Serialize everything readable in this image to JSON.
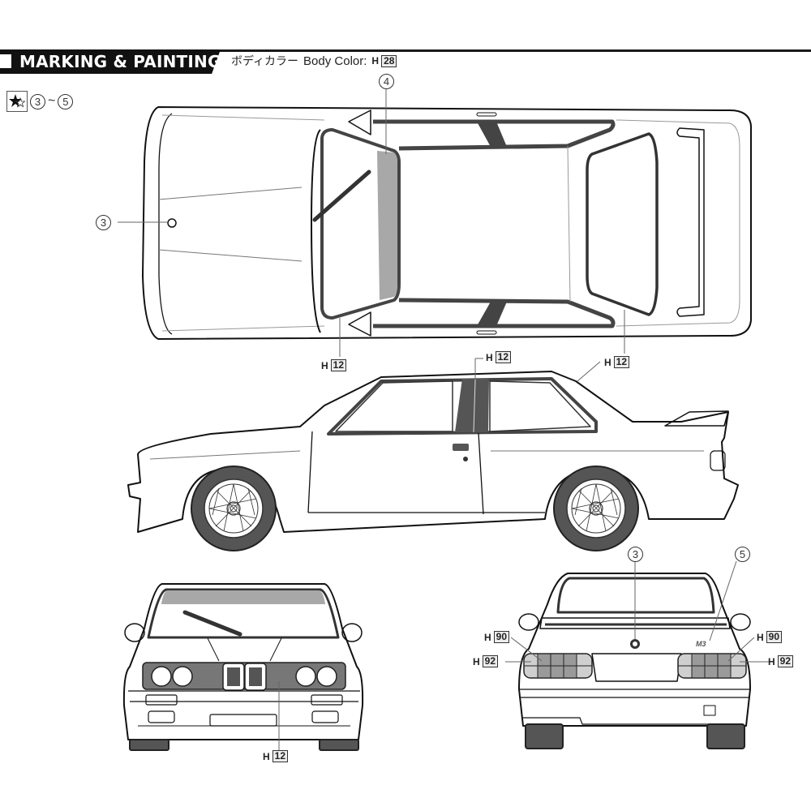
{
  "header": {
    "title": "MARKING & PAINTING",
    "body_color_jp": "ボディカラー",
    "body_color_label": "Body Color:",
    "body_color_prefix": "H",
    "body_color_code": "28"
  },
  "legend": {
    "icon": "star-icon",
    "range_start": "3",
    "range_sep": "~",
    "range_end": "5"
  },
  "views": {
    "top": {
      "callouts": [
        {
          "type": "decal",
          "number": "3",
          "target": "hood-emblem"
        },
        {
          "type": "decal",
          "number": "4",
          "target": "windshield-sunstrip"
        }
      ],
      "paint": [
        {
          "prefix": "H",
          "code": "12",
          "target": "front-window-trim"
        },
        {
          "prefix": "H",
          "code": "12",
          "target": "rear-window-trim"
        }
      ]
    },
    "side": {
      "paint": [
        {
          "prefix": "H",
          "code": "12",
          "target": "door-window-trim"
        },
        {
          "prefix": "H",
          "code": "12",
          "target": "rear-window-trim"
        }
      ]
    },
    "front": {
      "paint": [
        {
          "prefix": "H",
          "code": "12",
          "target": "grille"
        }
      ]
    },
    "rear": {
      "callouts": [
        {
          "type": "decal",
          "number": "3",
          "target": "trunk-emblem"
        },
        {
          "type": "decal",
          "number": "5",
          "target": "m3-badge"
        }
      ],
      "badge_text": "M3",
      "paint": [
        {
          "prefix": "H",
          "code": "90",
          "target": "left-taillight-inner"
        },
        {
          "prefix": "H",
          "code": "92",
          "target": "left-taillight-outer"
        },
        {
          "prefix": "H",
          "code": "90",
          "target": "right-taillight-inner"
        },
        {
          "prefix": "H",
          "code": "92",
          "target": "right-taillight-outer"
        }
      ]
    }
  },
  "colors": {
    "ink": "#111111",
    "trim_gray": "#555555",
    "tint_gray": "#a8a8a8",
    "h90_fill": "#9a9a9a",
    "h92_fill": "#cfcfcf"
  }
}
